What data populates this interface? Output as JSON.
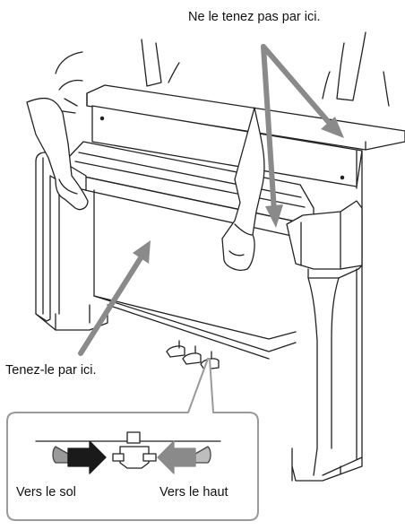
{
  "labels": {
    "do_not_hold": "Ne le tenez pas par ici.",
    "hold_here": "Tenez-le par ici.",
    "down": "Vers le sol",
    "up": "Vers le haut"
  },
  "colors": {
    "arrow_gray": "#8a8a8a",
    "arrow_black": "#1a1a1a",
    "line": "#222222",
    "callout_border": "#9a9a9a"
  },
  "icons": {
    "piano": "upright-piano-illustration",
    "hands": "hands-lifting-icon",
    "pedals": "pedal-icon",
    "adjuster": "height-adjuster-icon"
  }
}
